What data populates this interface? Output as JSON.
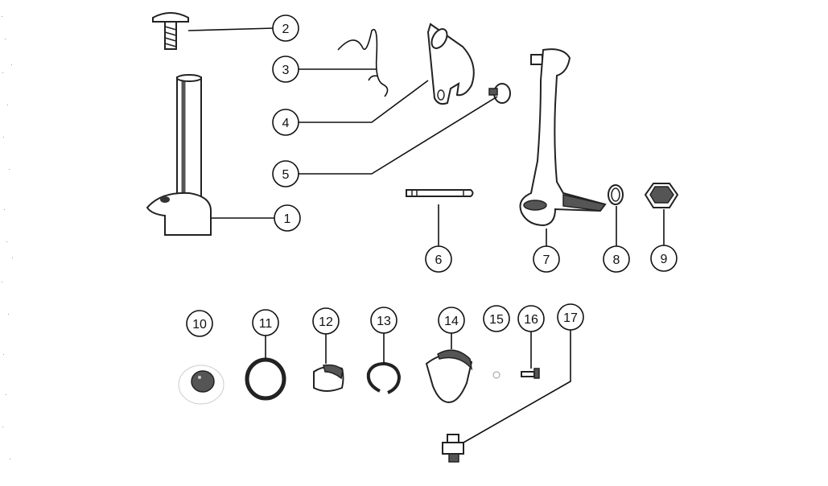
{
  "diagram": {
    "callouts": [
      {
        "label": "1"
      },
      {
        "label": "2"
      },
      {
        "label": "3"
      },
      {
        "label": "4"
      },
      {
        "label": "5"
      },
      {
        "label": "6"
      },
      {
        "label": "7"
      },
      {
        "label": "8"
      },
      {
        "label": "9"
      },
      {
        "label": "10"
      },
      {
        "label": "11"
      },
      {
        "label": "12"
      },
      {
        "label": "13"
      },
      {
        "label": "14"
      },
      {
        "label": "15"
      },
      {
        "label": "16"
      },
      {
        "label": "17"
      }
    ],
    "colors": {
      "ink": "#111111",
      "paper": "#ffffff",
      "shade": "#555555"
    }
  }
}
